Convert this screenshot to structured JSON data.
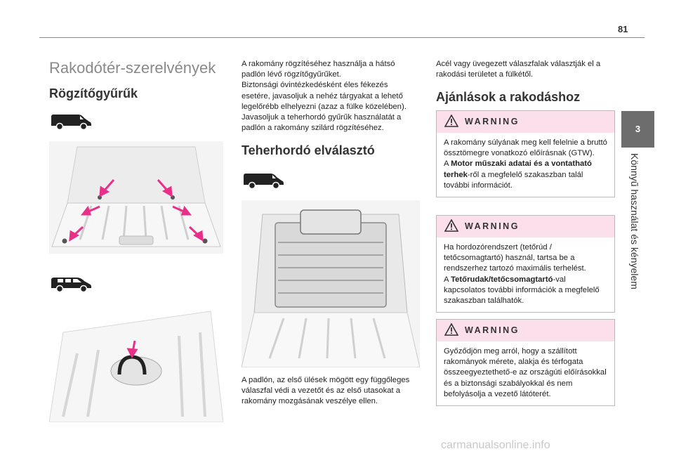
{
  "page_number": "81",
  "chapter": {
    "number": "3",
    "title": "Könnyű használat és kényelem"
  },
  "left": {
    "section_title": "Rakodótér-szerelvények",
    "subsection_title": "Rögzítőgyűrűk"
  },
  "middle": {
    "para1": "A rakomány rögzítéséhez használja a hátsó padlón lévő rögzítőgyűrűket.\nBiztonsági óvintézkedésként éles fékezés esetére, javasoljuk a nehéz tárgyakat a lehető legelőrébb elhelyezni (azaz a fülke közelében).\nJavasoljuk a teherhordó gyűrűk használatát a padlón a rakomány szilárd rögzítéséhez.",
    "heading": "Teherhordó elválasztó",
    "para2": "A padlón, az első ülések mögött egy függőleges válaszfal védi a vezetőt és az első utasokat a rakomány mozgásának veszélye ellen."
  },
  "right": {
    "intro": "Acél vagy üvegezett válaszfalak választják el a rakodási területet a fülkétől.",
    "heading": "Ajánlások a rakodáshoz",
    "warnings": [
      {
        "title": "WARNING",
        "pre": "A rakomány súlyának meg kell felelnie a bruttó össztömegre vonatkozó előírásnak (GTW).\nA ",
        "bold": "Motor műszaki adatai és a vontatható terhek",
        "post": "-ről a megfelelő szakaszban talál további információt."
      },
      {
        "title": "WARNING",
        "pre": "Ha hordozórendszert (tetőrúd / tetőcsomagtartó) használ, tartsa be a rendszerhez tartozó maximális terhelést.\nA ",
        "bold": "Tetőrudak/tetőcsomagtartó",
        "post": "-val kapcsolatos további információk a megfelelő szakaszban találhatók."
      },
      {
        "title": "WARNING",
        "pre": "Győződjön meg arról, hogy a szállított rakományok mérete, alakja és térfogata összeegyeztethető-e az országúti előírásokkal és a biztonsági szabályokkal és nem befolyásolja a vezető látóterét.",
        "bold": "",
        "post": ""
      }
    ]
  },
  "watermark": "carmanualsonline.info",
  "colors": {
    "warning_header": "#fbe0ec",
    "arrow": "#e8308a",
    "chapter_tab": "#6d6d6d"
  }
}
